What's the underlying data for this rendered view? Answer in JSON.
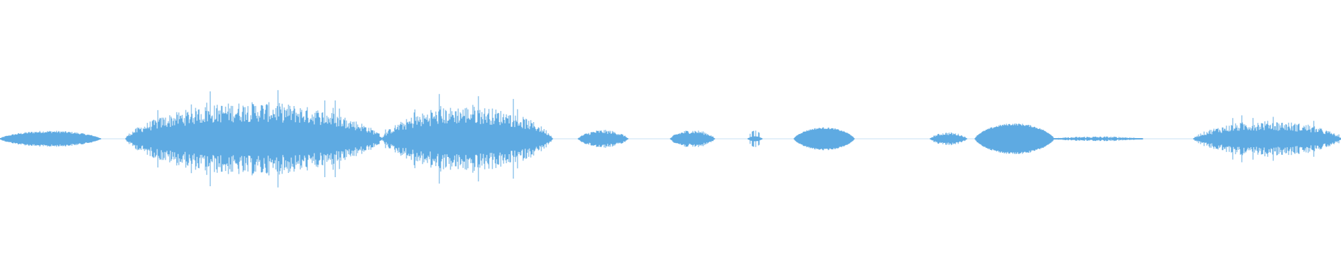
{
  "waveform": {
    "color": "#5eaae2",
    "background": "#ffffff",
    "segments": [
      {
        "start": 0.0,
        "end": 0.075,
        "amp": 0.1,
        "texture": "smooth"
      },
      {
        "start": 0.094,
        "end": 0.285,
        "amp": 0.45,
        "texture": "dense"
      },
      {
        "start": 0.285,
        "end": 0.412,
        "amp": 0.4,
        "texture": "dense"
      },
      {
        "start": 0.431,
        "end": 0.468,
        "amp": 0.11,
        "texture": "medium"
      },
      {
        "start": 0.5,
        "end": 0.533,
        "amp": 0.11,
        "texture": "medium"
      },
      {
        "start": 0.558,
        "end": 0.568,
        "amp": 0.1,
        "texture": "spike"
      },
      {
        "start": 0.592,
        "end": 0.637,
        "amp": 0.14,
        "texture": "blob"
      },
      {
        "start": 0.694,
        "end": 0.721,
        "amp": 0.08,
        "texture": "medium"
      },
      {
        "start": 0.727,
        "end": 0.786,
        "amp": 0.19,
        "texture": "blob"
      },
      {
        "start": 0.786,
        "end": 0.852,
        "amp": 0.03,
        "texture": "thin"
      },
      {
        "start": 0.89,
        "end": 1.0,
        "amp": 0.22,
        "texture": "dense"
      }
    ]
  }
}
